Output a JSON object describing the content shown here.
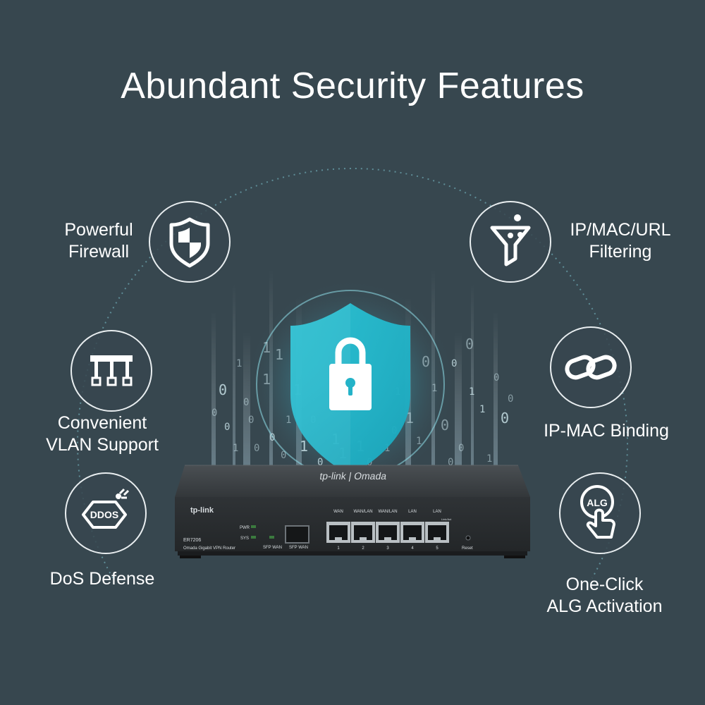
{
  "title": "Abundant Security Features",
  "colors": {
    "background": "#37474f",
    "shield": "#1fb6c9",
    "ring": "#7fd3de",
    "router_body": "#2c3033"
  },
  "features": [
    {
      "id": "firewall",
      "icon": "shield-icon",
      "lines": [
        "Powerful",
        "Firewall"
      ]
    },
    {
      "id": "filtering",
      "icon": "filter-icon",
      "lines": [
        "IP/MAC/URL",
        "Filtering"
      ]
    },
    {
      "id": "vlan",
      "icon": "vlan-icon",
      "lines": [
        "Convenient",
        "VLAN Support"
      ]
    },
    {
      "id": "binding",
      "icon": "link-icon",
      "lines": [
        "IP-MAC Binding"
      ]
    },
    {
      "id": "dos",
      "icon": "ddos-icon",
      "icon_text": "DDOS",
      "lines": [
        "DoS Defense"
      ]
    },
    {
      "id": "alg",
      "icon": "alg-click-icon",
      "icon_text": "ALG",
      "lines": [
        "One-Click",
        "ALG Activation"
      ]
    }
  ],
  "router": {
    "top_brand": "tp-link | Omada",
    "front_brand": "tp-link",
    "model": "ER7206",
    "subtitle": "Omada Gigabit VPN Router",
    "led_pwr": "PWR",
    "led_sys": "SYS",
    "sfp_led_label": "SFP WAN",
    "sfp_port_label": "SFP WAN",
    "link_act": "Link/Act",
    "reset": "Reset",
    "port_top_labels": [
      "WAN",
      "WAN/LAN",
      "WAN/LAN",
      "LAN",
      "LAN"
    ],
    "port_numbers": [
      "1",
      "2",
      "3",
      "4",
      "5"
    ]
  },
  "binary_digits": [
    "0",
    "1",
    "0",
    "1",
    "0",
    "0",
    "1",
    "1",
    "0",
    "1",
    "0",
    "0",
    "1",
    "0",
    "1",
    "1",
    "0",
    "1",
    "0",
    "0",
    "1",
    "0",
    "1",
    "0",
    "0",
    "1",
    "1",
    "0",
    "1",
    "0",
    "1",
    "0",
    "0",
    "1",
    "0",
    "1",
    "1",
    "0",
    "0",
    "1"
  ]
}
